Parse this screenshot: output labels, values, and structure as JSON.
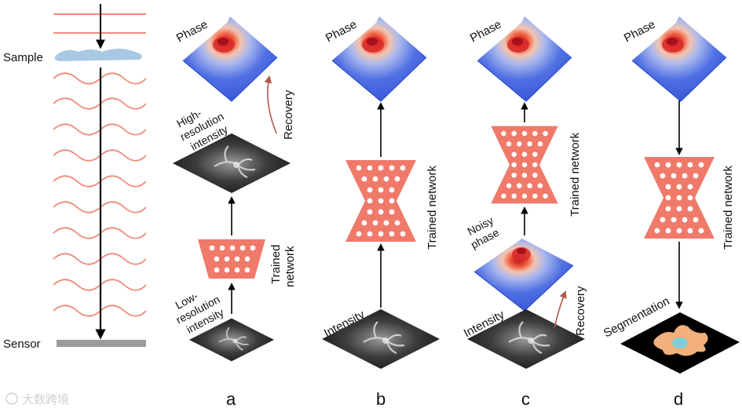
{
  "left": {
    "sample": "Sample",
    "sensor": "Sensor"
  },
  "panel_a": {
    "letter": "a",
    "phase": "Phase",
    "recovery": "Recovery",
    "high_res": [
      "High-",
      "resolution",
      "intensity"
    ],
    "network": [
      "Trained",
      "network"
    ],
    "low_res": [
      "Low-",
      "resolution",
      "intensity"
    ]
  },
  "panel_b": {
    "letter": "b",
    "phase": "Phase",
    "network": "Trained network",
    "intensity": "Intensity"
  },
  "panel_c": {
    "letter": "c",
    "phase": "Phase",
    "network": "Trained network",
    "noisy": [
      "Noisy",
      "phase"
    ],
    "intensity": "Intensity",
    "recovery": "Recovery"
  },
  "panel_d": {
    "letter": "d",
    "phase": "Phase",
    "network": "Trained network",
    "segmentation": "Segmentation"
  },
  "watermark": "大数跨境",
  "colors": {
    "wave": "#f08a7c",
    "network": "#f07a6a",
    "phase_blue": "#4a6ee0",
    "sensor": "#9c9c9c",
    "sample": "#a9c8e4"
  }
}
